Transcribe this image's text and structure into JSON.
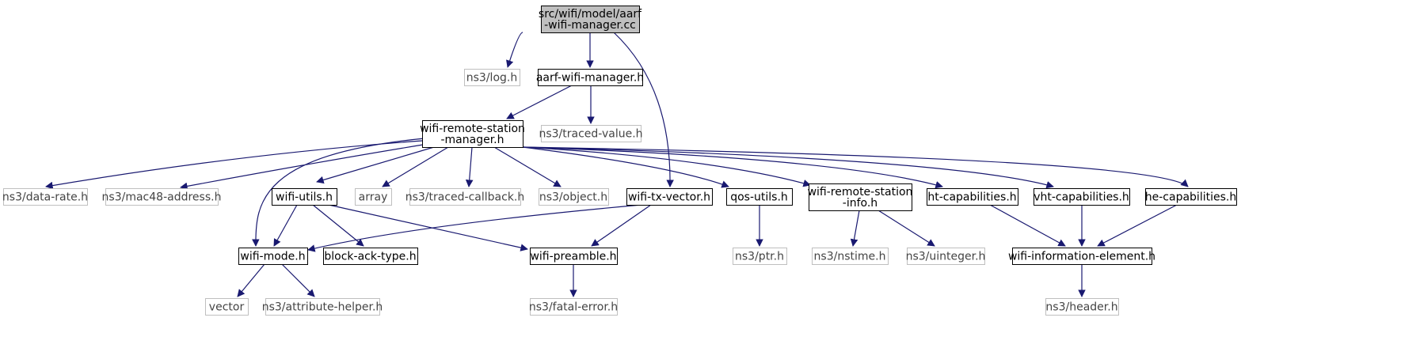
{
  "diagram": {
    "colors": {
      "edge": "#191970",
      "box_border": "#000000",
      "external_border": "#bfbfbf",
      "root_fill": "#bfbfbf",
      "box_fill": "#ffffff"
    },
    "nodes": [
      {
        "id": "root",
        "lines": [
          "src/wifi/model/aarf",
          "-wifi-manager.cc"
        ],
        "kind": "root"
      },
      {
        "id": "log",
        "lines": [
          "ns3/log.h"
        ],
        "kind": "external"
      },
      {
        "id": "aarfh",
        "lines": [
          "aarf-wifi-manager.h"
        ],
        "kind": "internal"
      },
      {
        "id": "wrsm",
        "lines": [
          "wifi-remote-station",
          "-manager.h"
        ],
        "kind": "internal"
      },
      {
        "id": "tracedvalue",
        "lines": [
          "ns3/traced-value.h"
        ],
        "kind": "external"
      },
      {
        "id": "datarate",
        "lines": [
          "ns3/data-rate.h"
        ],
        "kind": "external"
      },
      {
        "id": "mac48",
        "lines": [
          "ns3/mac48-address.h"
        ],
        "kind": "external"
      },
      {
        "id": "wifiutils",
        "lines": [
          "wifi-utils.h"
        ],
        "kind": "internal"
      },
      {
        "id": "array",
        "lines": [
          "array"
        ],
        "kind": "external"
      },
      {
        "id": "tracedcb",
        "lines": [
          "ns3/traced-callback.h"
        ],
        "kind": "external"
      },
      {
        "id": "object",
        "lines": [
          "ns3/object.h"
        ],
        "kind": "external"
      },
      {
        "id": "txvector",
        "lines": [
          "wifi-tx-vector.h"
        ],
        "kind": "internal"
      },
      {
        "id": "qosutils",
        "lines": [
          "qos-utils.h"
        ],
        "kind": "internal"
      },
      {
        "id": "wrsinfo",
        "lines": [
          "wifi-remote-station",
          "-info.h"
        ],
        "kind": "internal"
      },
      {
        "id": "htcap",
        "lines": [
          "ht-capabilities.h"
        ],
        "kind": "internal"
      },
      {
        "id": "vhtcap",
        "lines": [
          "vht-capabilities.h"
        ],
        "kind": "internal"
      },
      {
        "id": "hecap",
        "lines": [
          "he-capabilities.h"
        ],
        "kind": "internal"
      },
      {
        "id": "wifimode",
        "lines": [
          "wifi-mode.h"
        ],
        "kind": "internal"
      },
      {
        "id": "blockack",
        "lines": [
          "block-ack-type.h"
        ],
        "kind": "internal"
      },
      {
        "id": "preamble",
        "lines": [
          "wifi-preamble.h"
        ],
        "kind": "internal"
      },
      {
        "id": "ptr",
        "lines": [
          "ns3/ptr.h"
        ],
        "kind": "external"
      },
      {
        "id": "nstime",
        "lines": [
          "ns3/nstime.h"
        ],
        "kind": "external"
      },
      {
        "id": "uinteger",
        "lines": [
          "ns3/uinteger.h"
        ],
        "kind": "external"
      },
      {
        "id": "wie",
        "lines": [
          "wifi-information-element.h"
        ],
        "kind": "internal"
      },
      {
        "id": "vector",
        "lines": [
          "vector"
        ],
        "kind": "external"
      },
      {
        "id": "attrhelper",
        "lines": [
          "ns3/attribute-helper.h"
        ],
        "kind": "external"
      },
      {
        "id": "fatalerror",
        "lines": [
          "ns3/fatal-error.h"
        ],
        "kind": "external"
      },
      {
        "id": "header",
        "lines": [
          "ns3/header.h"
        ],
        "kind": "external"
      }
    ],
    "edges": [
      [
        "root",
        "log"
      ],
      [
        "root",
        "aarfh"
      ],
      [
        "root",
        "txvector"
      ],
      [
        "aarfh",
        "wrsm"
      ],
      [
        "aarfh",
        "tracedvalue"
      ],
      [
        "wrsm",
        "datarate"
      ],
      [
        "wrsm",
        "mac48"
      ],
      [
        "wrsm",
        "wifimode"
      ],
      [
        "wrsm",
        "wifiutils"
      ],
      [
        "wrsm",
        "array"
      ],
      [
        "wrsm",
        "tracedcb"
      ],
      [
        "wrsm",
        "object"
      ],
      [
        "wrsm",
        "qosutils"
      ],
      [
        "wrsm",
        "wrsinfo"
      ],
      [
        "wrsm",
        "htcap"
      ],
      [
        "wrsm",
        "vhtcap"
      ],
      [
        "wrsm",
        "hecap"
      ],
      [
        "wifiutils",
        "wifimode"
      ],
      [
        "wifiutils",
        "blockack"
      ],
      [
        "wifiutils",
        "preamble"
      ],
      [
        "txvector",
        "wifimode"
      ],
      [
        "txvector",
        "preamble"
      ],
      [
        "qosutils",
        "ptr"
      ],
      [
        "wrsinfo",
        "nstime"
      ],
      [
        "wrsinfo",
        "uinteger"
      ],
      [
        "htcap",
        "wie"
      ],
      [
        "vhtcap",
        "wie"
      ],
      [
        "hecap",
        "wie"
      ],
      [
        "wifimode",
        "vector"
      ],
      [
        "wifimode",
        "attrhelper"
      ],
      [
        "preamble",
        "fatalerror"
      ],
      [
        "wie",
        "header"
      ]
    ]
  }
}
